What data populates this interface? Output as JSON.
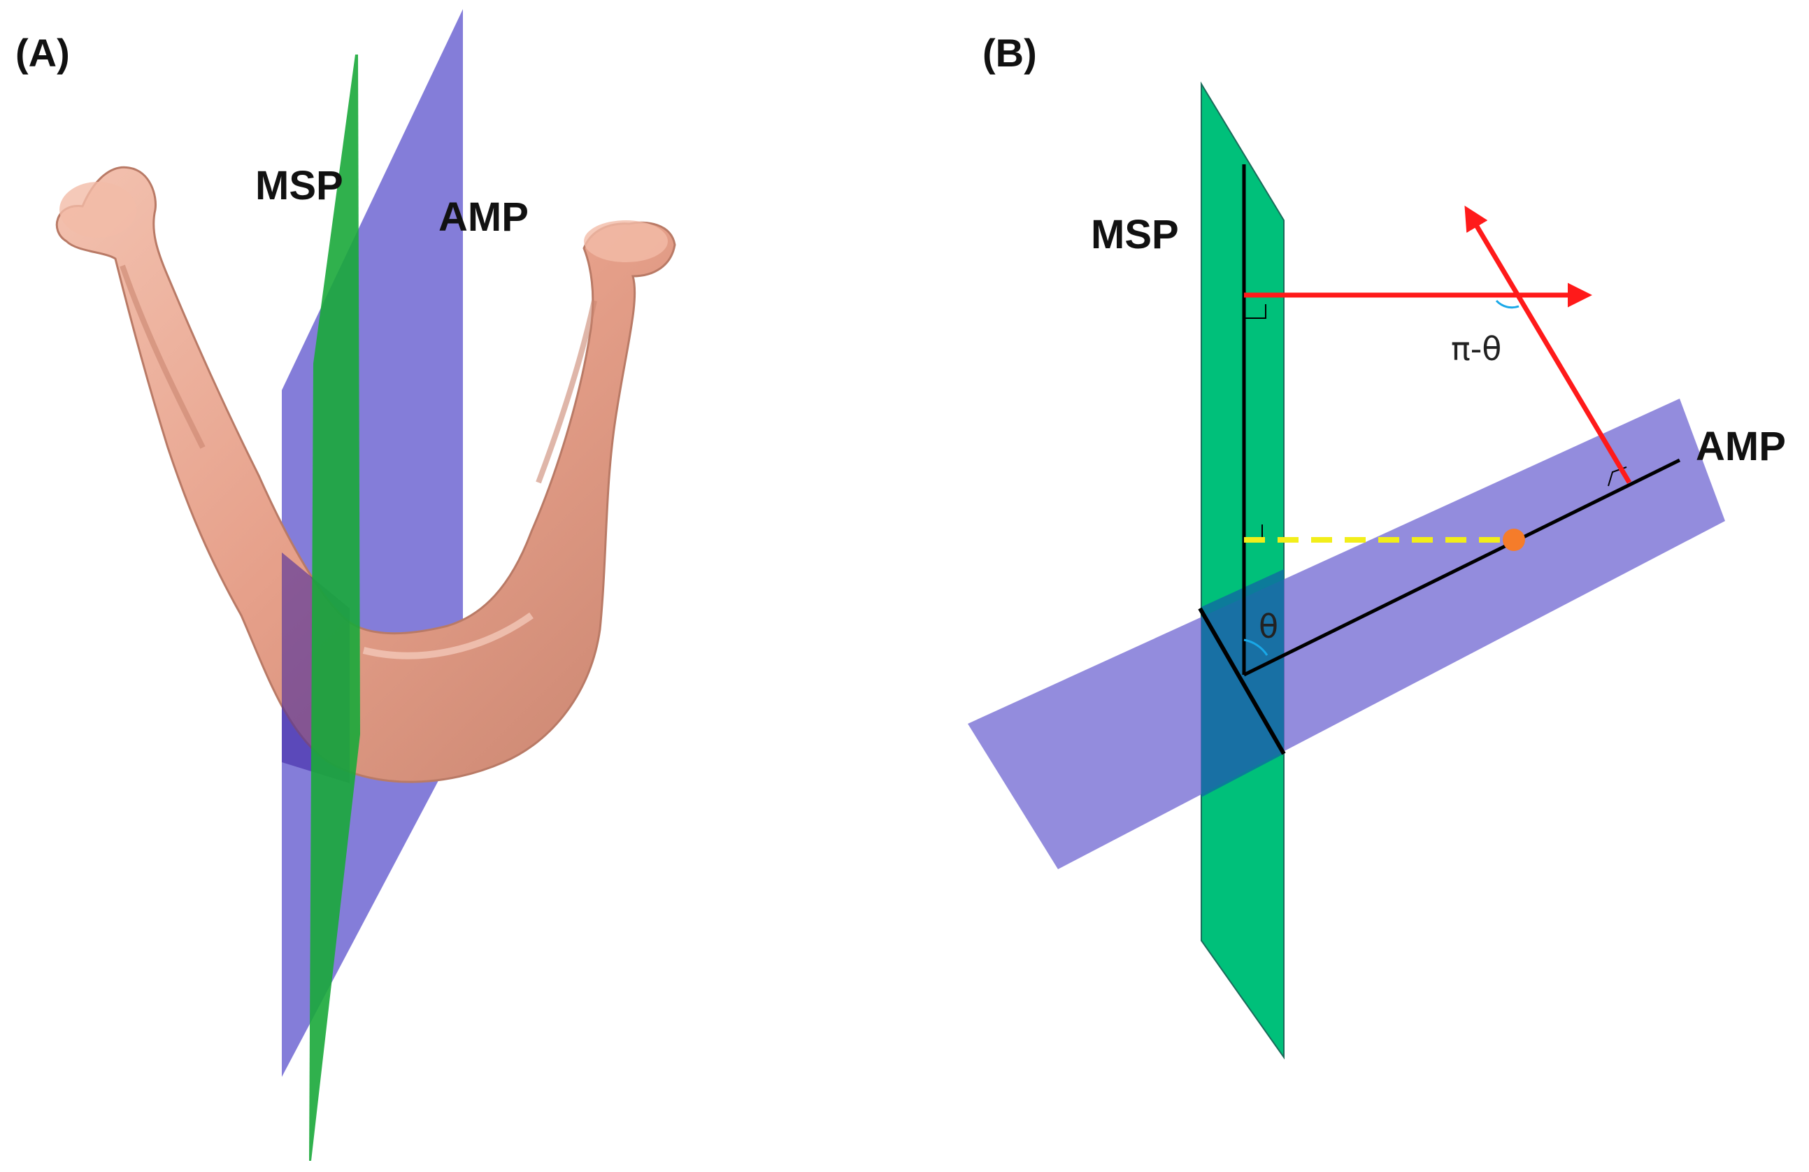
{
  "panels": {
    "a": {
      "label": "(A)",
      "msp_label": "MSP",
      "amp_label": "AMP"
    },
    "b": {
      "label": "(B)",
      "msp_label": "MSP",
      "amp_label": "AMP",
      "theta_label": "θ",
      "pi_minus_theta_label": "π-θ"
    }
  },
  "colors": {
    "msp_plane": "#00c07a",
    "msp_plane_a": "#1aa83a",
    "amp_plane": "#6f66d2",
    "mandible": "#e8a48e",
    "overlap": "#0e6fa0",
    "vector": "#ff1a1a",
    "dashed": "#f2ee1a",
    "point": "#f57c2a",
    "angle_arc": "#19a8e8"
  }
}
